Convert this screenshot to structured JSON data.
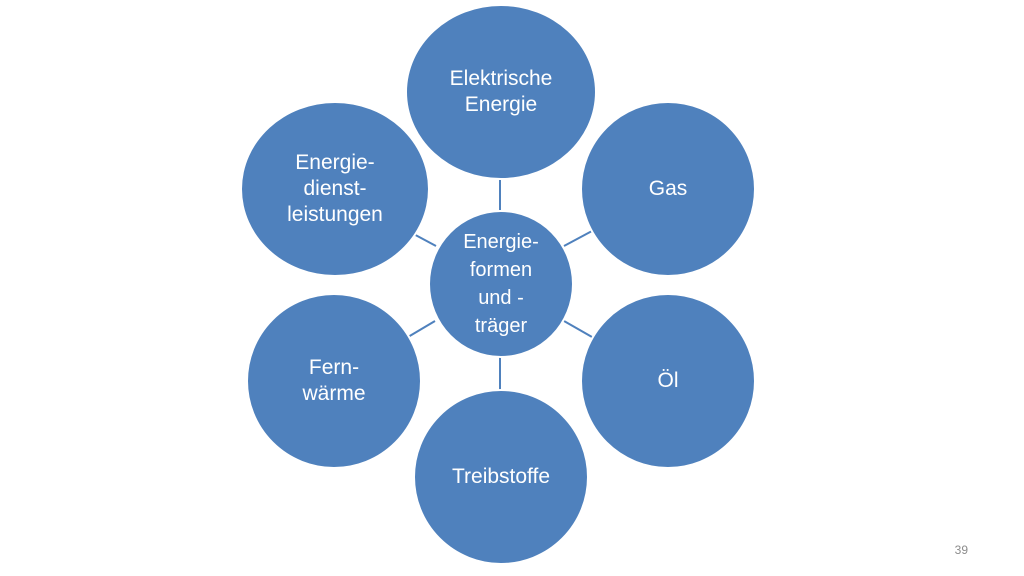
{
  "diagram": {
    "center": {
      "label": "Energie-\nformen\nund -\nträger"
    },
    "satellites": [
      {
        "label": "Elektrische\nEnergie"
      },
      {
        "label": "Gas"
      },
      {
        "label": "Öl"
      },
      {
        "label": "Treibstoffe"
      },
      {
        "label": "Fern-\nwärme"
      },
      {
        "label": "Energie-\ndienst-\nleistungen"
      }
    ]
  },
  "footer": {
    "slide_number": "39"
  },
  "colors": {
    "node_fill": "#4f81bd",
    "connector": "#4f81bd",
    "text": "#ffffff"
  }
}
